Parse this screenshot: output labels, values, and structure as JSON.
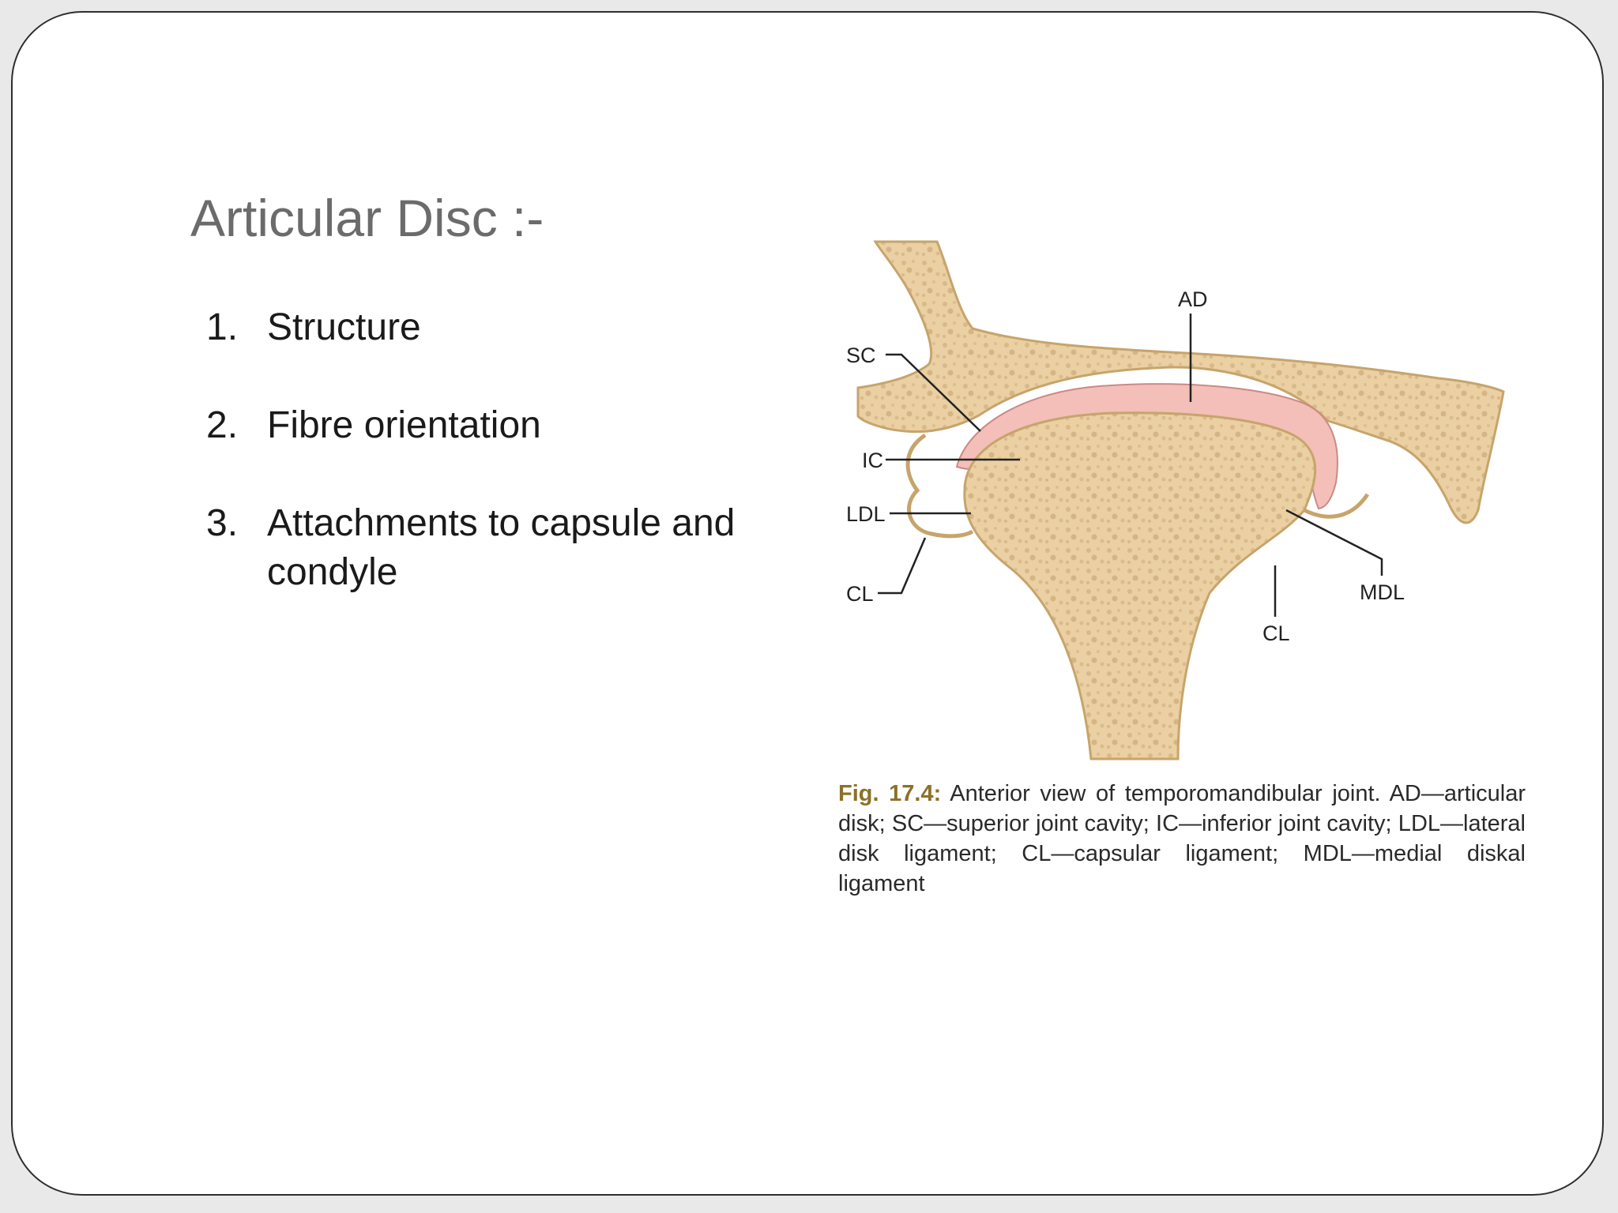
{
  "slide": {
    "title": "Articular Disc :-",
    "items": [
      {
        "number": "1.",
        "text": "Structure"
      },
      {
        "number": "2.",
        "text": "Fibre orientation"
      },
      {
        "number": "3.",
        "text": "Attachments to capsule and condyle"
      }
    ]
  },
  "figure": {
    "labels": {
      "ad": "AD",
      "sc": "SC",
      "ic": "IC",
      "ldl": "LDL",
      "cl_left": "CL",
      "cl_right": "CL",
      "mdl": "MDL"
    },
    "caption": {
      "label": "Fig. 17.4:",
      "text": "Anterior view of temporomandibular joint. AD—articular disk; SC—superior joint cavity; IC—inferior joint cavity; LDL—lateral disk ligament; CL—capsular ligament; MDL—medial diskal ligament"
    },
    "colors": {
      "bone": "#ecd1a3",
      "bone_outline": "#c7a46c",
      "disc": "#f3bfb8",
      "caption_label": "#8c7128"
    }
  }
}
